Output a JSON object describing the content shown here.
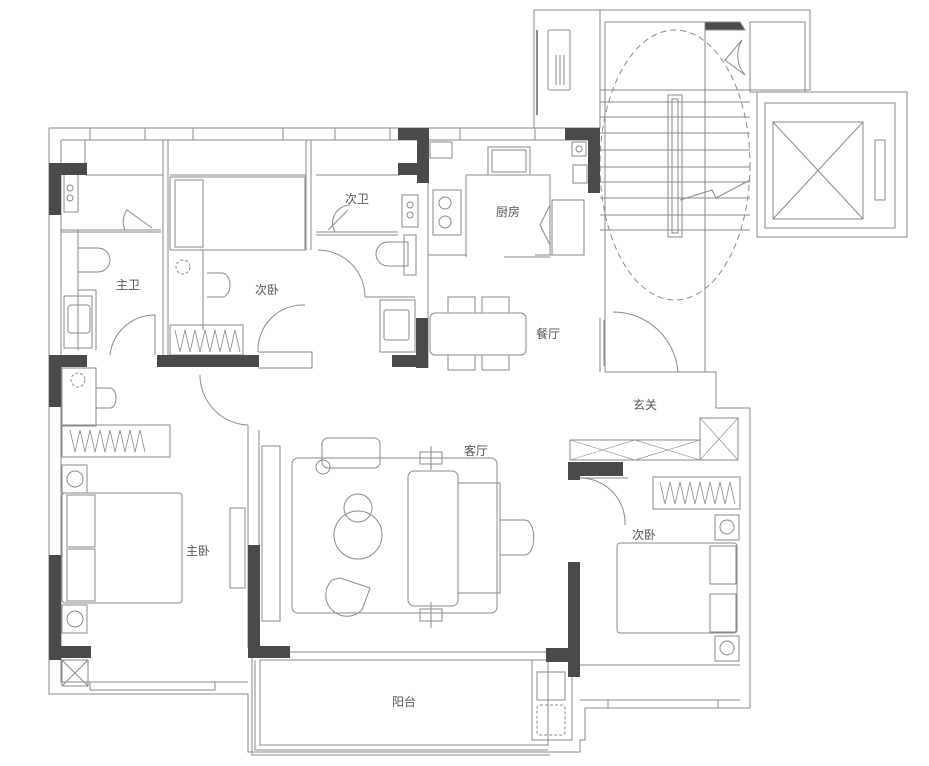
{
  "colors": {
    "wall": "#4a4a4a",
    "line": "#8a8a8a",
    "light_line": "#b5b5b5",
    "label": "#555555",
    "background": "#ffffff"
  },
  "rooms": {
    "master_bath": {
      "label": "主卫"
    },
    "second_bedroom_north": {
      "label": "次卧"
    },
    "second_bath": {
      "label": "次卫"
    },
    "kitchen": {
      "label": "厨房"
    },
    "dining": {
      "label": "餐厅"
    },
    "entrance": {
      "label": "玄关"
    },
    "living": {
      "label": "客厅"
    },
    "master_bedroom": {
      "label": "主卧"
    },
    "second_bedroom_south": {
      "label": "次卧"
    },
    "balcony": {
      "label": "阳台"
    }
  }
}
